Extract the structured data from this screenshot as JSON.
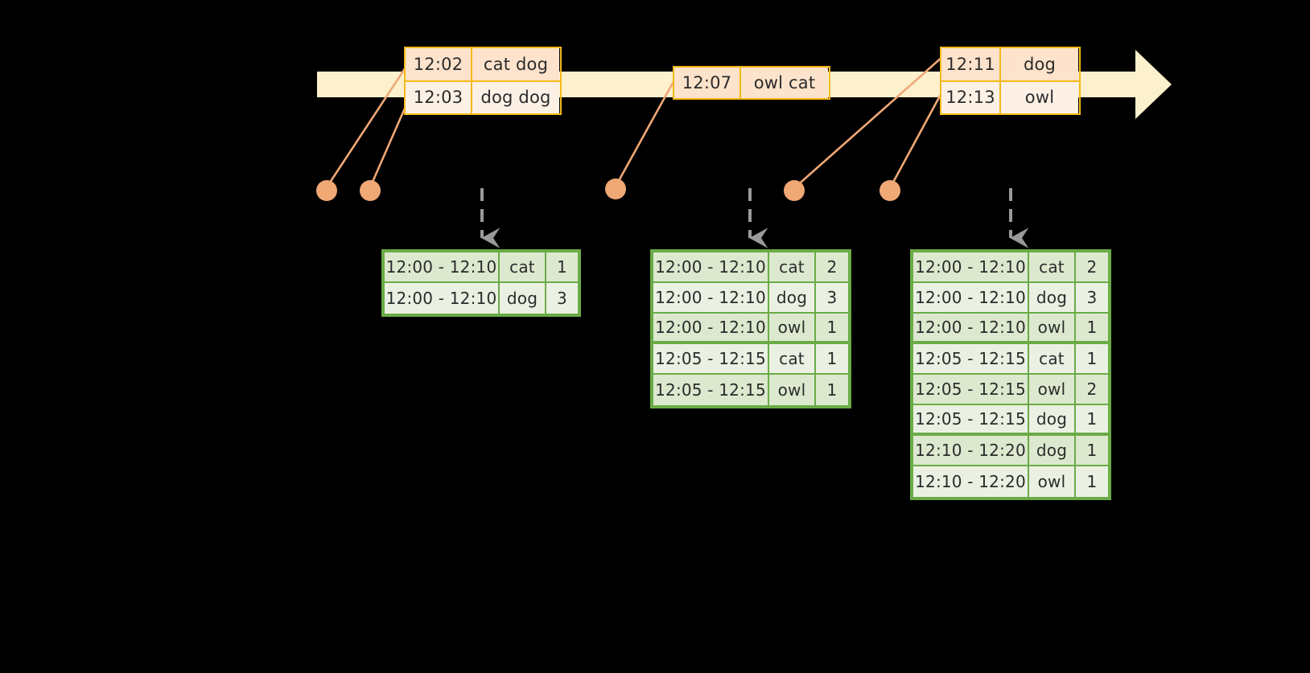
{
  "timeline": {
    "bar_color": "#fcf0cd",
    "border_color": "#f5b919",
    "arrow_name": "timeline-arrow",
    "event_boxes": [
      {
        "id": "a",
        "rows": [
          {
            "time": "12:02",
            "value": "cat dog"
          },
          {
            "time": "12:03",
            "value": "dog dog"
          }
        ]
      },
      {
        "id": "b",
        "rows": [
          {
            "time": "12:07",
            "value": "owl cat"
          }
        ]
      },
      {
        "id": "c",
        "rows": [
          {
            "time": "12:11",
            "value": "dog"
          },
          {
            "time": "12:13",
            "value": "owl"
          }
        ]
      }
    ]
  },
  "markers": {
    "dot_color": "#f0a875",
    "line_color": "#f0a875",
    "dots": [
      {
        "label": "marker-12-02"
      },
      {
        "label": "marker-12-03"
      },
      {
        "label": "marker-12-07"
      },
      {
        "label": "marker-12-11"
      },
      {
        "label": "marker-12-13"
      }
    ]
  },
  "flow_arrows": {
    "color": "#9a9a9a",
    "style": "dashed",
    "count": 3
  },
  "tables": {
    "border_color": "#6aab46",
    "row_shade_even": "#dde9cf",
    "row_shade_odd": "#eaf1e3",
    "columns": [
      "window",
      "key",
      "count"
    ],
    "table_1": {
      "name": "result-table-after-12-03",
      "rows": [
        {
          "window": "12:00 - 12:10",
          "key": "cat",
          "count": "1",
          "group_end": false
        },
        {
          "window": "12:00 - 12:10",
          "key": "dog",
          "count": "3",
          "group_end": false
        }
      ]
    },
    "table_2": {
      "name": "result-table-after-12-07",
      "rows": [
        {
          "window": "12:00 - 12:10",
          "key": "cat",
          "count": "2",
          "group_end": false
        },
        {
          "window": "12:00 - 12:10",
          "key": "dog",
          "count": "3",
          "group_end": false
        },
        {
          "window": "12:00 - 12:10",
          "key": "owl",
          "count": "1",
          "group_end": true
        },
        {
          "window": "12:05 - 12:15",
          "key": "cat",
          "count": "1",
          "group_end": false
        },
        {
          "window": "12:05 - 12:15",
          "key": "owl",
          "count": "1",
          "group_end": false
        }
      ]
    },
    "table_3": {
      "name": "result-table-after-12-13",
      "rows": [
        {
          "window": "12:00 - 12:10",
          "key": "cat",
          "count": "2",
          "group_end": false
        },
        {
          "window": "12:00 - 12:10",
          "key": "dog",
          "count": "3",
          "group_end": false
        },
        {
          "window": "12:00 - 12:10",
          "key": "owl",
          "count": "1",
          "group_end": true
        },
        {
          "window": "12:05 - 12:15",
          "key": "cat",
          "count": "1",
          "group_end": false
        },
        {
          "window": "12:05 - 12:15",
          "key": "owl",
          "count": "2",
          "group_end": false
        },
        {
          "window": "12:05 - 12:15",
          "key": "dog",
          "count": "1",
          "group_end": true
        },
        {
          "window": "12:10 - 12:20",
          "key": "dog",
          "count": "1",
          "group_end": false
        },
        {
          "window": "12:10 - 12:20",
          "key": "owl",
          "count": "1",
          "group_end": false
        }
      ]
    }
  }
}
